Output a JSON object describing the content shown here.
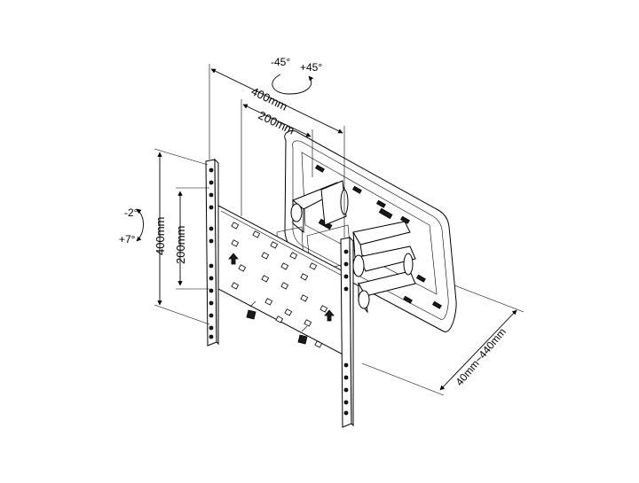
{
  "dimensions": {
    "vesa_horizontal_outer": "400mm",
    "vesa_horizontal_inner": "200mm",
    "vesa_vertical_outer": "400mm",
    "vesa_vertical_inner": "200mm",
    "wall_distance": "40mm~440mm"
  },
  "swivel": {
    "left": "-45°",
    "right": "+45°"
  },
  "tilt": {
    "up": "-2°",
    "down": "+7°"
  },
  "colors": {
    "line": "#000000",
    "fill": "#ffffff",
    "dark": "#1a1a1a"
  }
}
